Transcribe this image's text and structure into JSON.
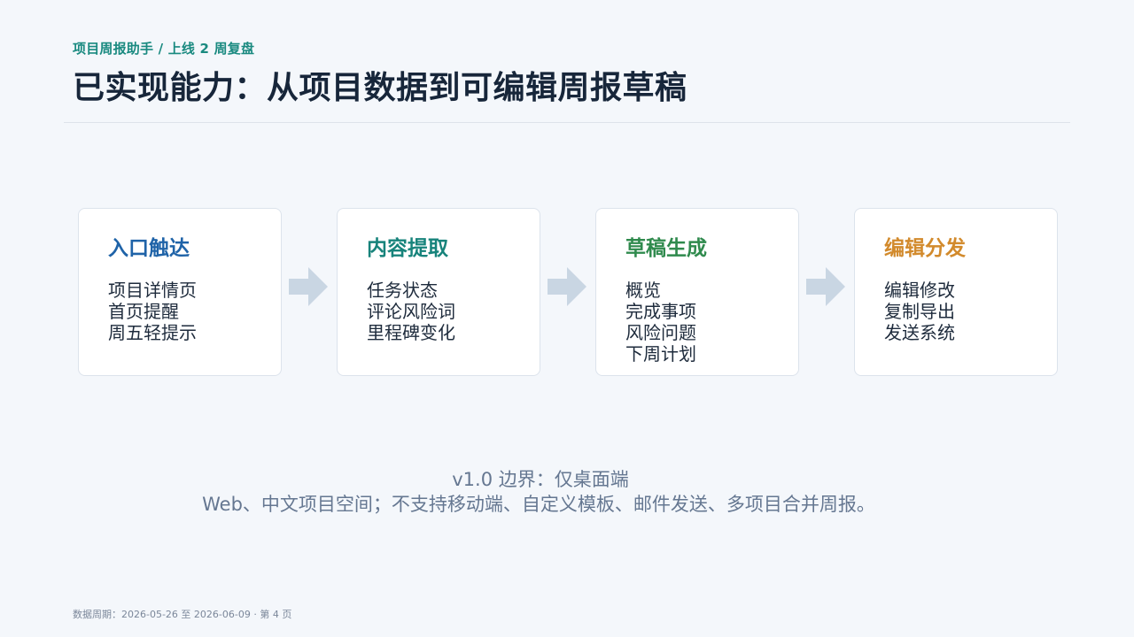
{
  "header": {
    "kicker": "项目周报助手 / 上线 2 周复盘",
    "title": "已实现能力：从项目数据到可编辑周报草稿"
  },
  "flow": {
    "stages": [
      {
        "title": "入口触达",
        "color": "#1f63a8",
        "items": [
          "项目详情页",
          "首页提醒",
          "周五轻提示"
        ]
      },
      {
        "title": "内容提取",
        "color": "#17837b",
        "items": [
          "任务状态",
          "评论风险词",
          "里程碑变化"
        ]
      },
      {
        "title": "草稿生成",
        "color": "#2f8a4d",
        "items": [
          "概览",
          "完成事项",
          "风险问题",
          "下周计划"
        ]
      },
      {
        "title": "编辑分发",
        "color": "#d28a2c",
        "items": [
          "编辑修改",
          "复制导出",
          "发送系统"
        ]
      }
    ],
    "arrow_icon": "right-arrow-icon",
    "arrow_color": "#c9d6e3"
  },
  "boundary": {
    "line1": "v1.0 边界：仅桌面端",
    "line2": "Web、中文项目空间；不支持移动端、自定义模板、邮件发送、多项目合并周报。"
  },
  "footer": {
    "text": "数据周期：2026-05-26 至 2026-06-09 · 第 4 页"
  }
}
